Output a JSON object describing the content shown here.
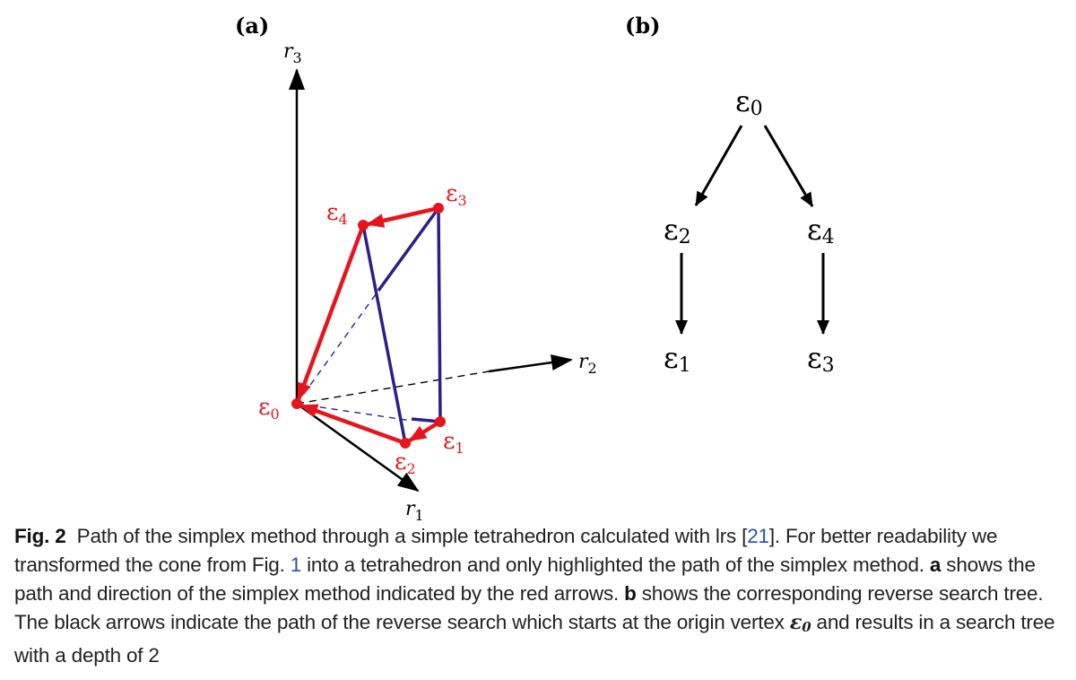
{
  "figure": {
    "panel_a": {
      "label": "(a)",
      "axes": {
        "r1": {
          "base": "r",
          "sub": "1"
        },
        "r2": {
          "base": "r",
          "sub": "2"
        },
        "r3": {
          "base": "r",
          "sub": "3"
        }
      },
      "vertices": [
        {
          "base": "ε",
          "sub": "0"
        },
        {
          "base": "ε",
          "sub": "1"
        },
        {
          "base": "ε",
          "sub": "2"
        },
        {
          "base": "ε",
          "sub": "3"
        },
        {
          "base": "ε",
          "sub": "4"
        }
      ]
    },
    "panel_b": {
      "label": "(b)",
      "nodes": [
        {
          "base": "ε",
          "sub": "0"
        },
        {
          "base": "ε",
          "sub": "2"
        },
        {
          "base": "ε",
          "sub": "4"
        },
        {
          "base": "ε",
          "sub": "1"
        },
        {
          "base": "ε",
          "sub": "3"
        }
      ]
    },
    "colors": {
      "path": "#e8141c",
      "edges": "#2b1f8a",
      "axes": "#000000"
    }
  },
  "caption": {
    "fig_label": "Fig. 2",
    "part1": "Path of the simplex method through a simple tetrahedron calculated with lrs [",
    "ref_21": "21",
    "part2": "]. For better readability we transformed the cone from Fig. ",
    "ref_1": "1",
    "part3": " into a tetrahedron and only highlighted the path of the simplex method. ",
    "a_label": "a",
    "part4": " shows the path and direction of the simplex method indicated by the red arrows. ",
    "b_label": "b",
    "part5": " shows the corresponding reverse search tree. The black arrows indicate the path of the reverse search which starts at the origin vertex ",
    "eps": "ε",
    "eps_sub": "0",
    "part6": " and results in a search tree with a depth of 2"
  }
}
